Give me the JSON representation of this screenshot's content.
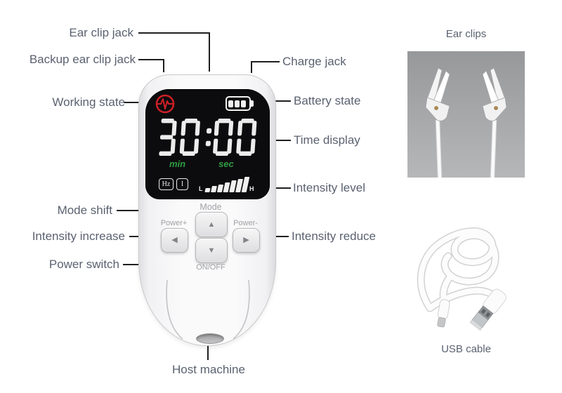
{
  "colors": {
    "label_text": "#5a6270",
    "callout_line": "#1f1f1f",
    "screen_bg": "#0c0c0e",
    "digit": "#ececec",
    "unit_green": "#2f9e44",
    "pulse_red": "#cf2027",
    "photo_top": "#97989a",
    "photo_bottom": "#b6b7b9"
  },
  "callouts": {
    "ear_clip_jack": "Ear clip jack",
    "backup_ear_clip_jack": "Backup ear clip jack",
    "charge_jack": "Charge jack",
    "working_state": "Working state",
    "battery_state": "Battery state",
    "time_display": "Time display",
    "intensity_level": "Intensity level",
    "mode_shift": "Mode shift",
    "intensity_increase": "Intensity increase",
    "intensity_reduce": "Intensity reduce",
    "power_switch": "Power switch",
    "host_machine": "Host machine"
  },
  "device": {
    "display": {
      "time": "30:00",
      "min_label": "min",
      "sec_label": "sec",
      "hz_badge": "Hz",
      "i_badge": "I",
      "intensity_low": "L",
      "intensity_high": "H",
      "intensity_bars": 7,
      "battery_bars": 3
    },
    "buttons": {
      "mode_label": "Mode",
      "on_off_label": "ON/OFF",
      "power_plus_label": "Power+",
      "power_minus_label": "Power-",
      "up_symbol": "▲",
      "down_symbol": "▼",
      "left_symbol": "◀",
      "right_symbol": "▶"
    }
  },
  "accessories": {
    "ear_clips_title": "Ear clips",
    "usb_cable_title": "USB cable"
  }
}
